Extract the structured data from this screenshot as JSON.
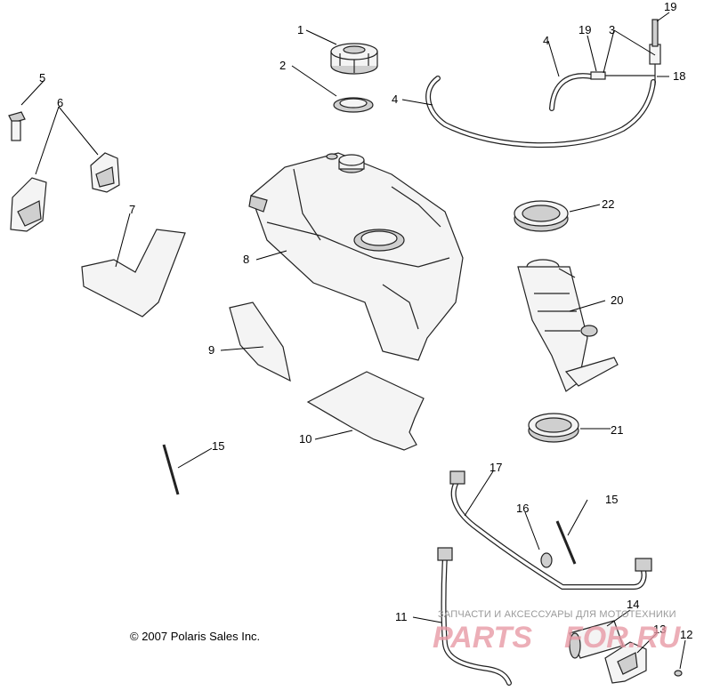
{
  "callouts": [
    "1",
    "2",
    "3",
    "4",
    "4",
    "5",
    "6",
    "7",
    "8",
    "9",
    "10",
    "11",
    "12",
    "13",
    "14",
    "15",
    "15",
    "16",
    "17",
    "18",
    "19",
    "19",
    "20",
    "21",
    "22"
  ],
  "copyright": "© 2007 Polaris Sales Inc.",
  "watermark": {
    "tagline": "ЗАПЧАСТИ И АКСЕССУАРЫ ДЛЯ МОТОТЕХНИКИ",
    "brand_left": "PARTS",
    "brand_right": "FOR.RU",
    "color": "#e89aa6"
  }
}
